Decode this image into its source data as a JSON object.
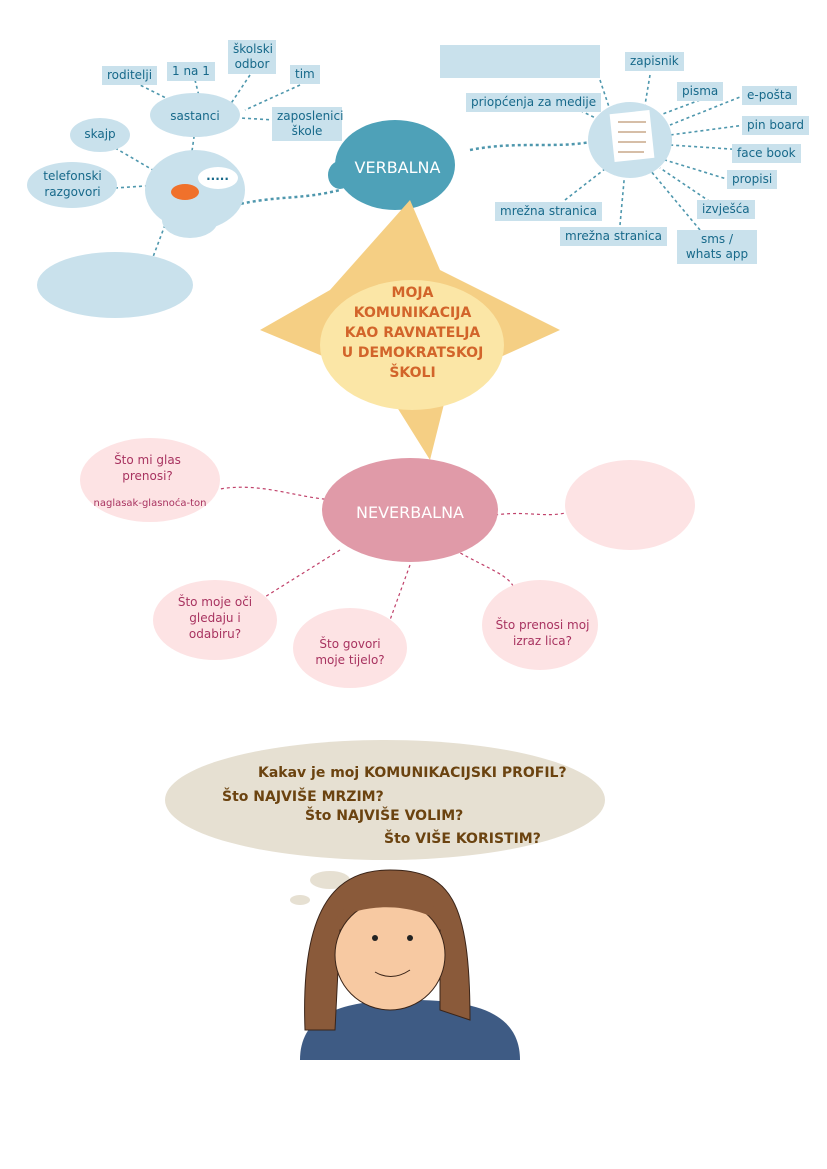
{
  "center": {
    "lines": [
      "MOJA",
      "KOMUNIKACIJA",
      "KAO RAVNATELJA",
      "U DEMOKRATSKOJ",
      "ŠKOLI"
    ]
  },
  "verbal": {
    "title": "VERBALNA",
    "left": {
      "meetings": "sastanci",
      "meeting_items": [
        "roditelji",
        "1 na 1",
        "školski odbor",
        "tim",
        "zaposlenici škole"
      ],
      "skype": "skajp",
      "phone": "telefonski razgovori",
      "speech_bubble": "....."
    },
    "right": {
      "items": [
        "zapisnik",
        "pisma",
        "e-pošta",
        "pin board",
        "face book",
        "propisi",
        "izvješća",
        "sms / whats app",
        "mrežna stranica",
        "mrežna stranica",
        "priopćenja za medije"
      ]
    }
  },
  "nonverbal": {
    "title": "NEVERBALNA",
    "voice": {
      "question": "Što mi glas prenosi?",
      "sub": "naglasak-glasnoća-ton"
    },
    "eyes": "Što moje oči gledaju i odabiru?",
    "body": "Što govori moje tijelo?",
    "face": "Što prenosi moj izraz lica?"
  },
  "reflection": [
    "Kakav je moj KOMUNIKACIJSKI PROFIL?",
    "Što NAJVIŠE MRZIM?",
    "Što NAJVIŠE VOLIM?",
    "Što VIŠE KORISTIM?"
  ],
  "colors": {
    "light_blue": "#c9e1ec",
    "teal": "#4ea1b8",
    "text_blue": "#17698a",
    "sun": "#f5cf84",
    "sun_inner": "#fbe6a6",
    "title_orange": "#d2642a",
    "pink": "#e09aa8",
    "light_pink": "#fde3e4",
    "pink_text": "#a83360",
    "thought": "#e6e0d2",
    "brown": "#6b4310"
  }
}
